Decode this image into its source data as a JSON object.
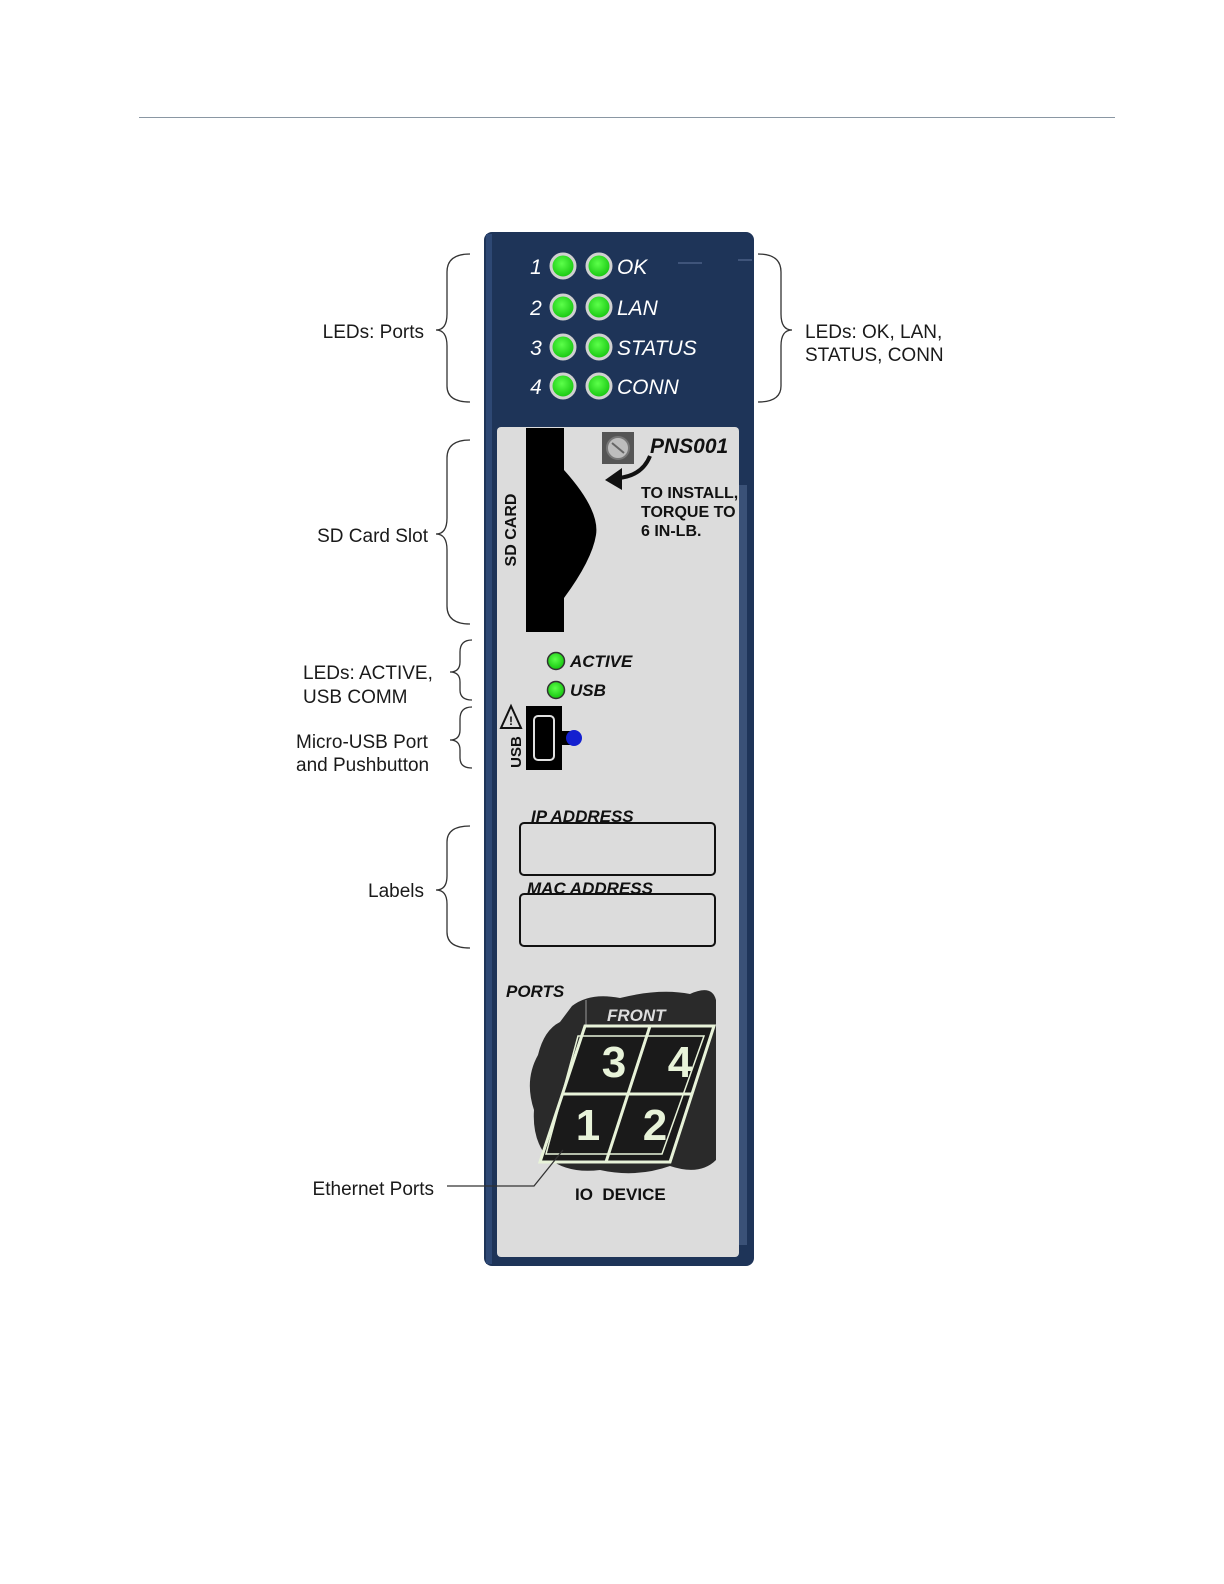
{
  "callouts": {
    "leds_ports": "LEDs: Ports",
    "leds_status_line1": "LEDs: OK, LAN,",
    "leds_status_line2": "STATUS, CONN",
    "sd_card_slot": "SD Card Slot",
    "leds_active_line1": "LEDs: ACTIVE,",
    "leds_active_line2": "USB COMM",
    "micro_usb_line1": "Micro-USB Port",
    "micro_usb_line2": "and Pushbutton",
    "labels": "Labels",
    "ethernet_ports": "Ethernet Ports"
  },
  "module": {
    "led_rows": [
      {
        "port": "1",
        "status": "OK"
      },
      {
        "port": "2",
        "status": "LAN"
      },
      {
        "port": "3",
        "status": "STATUS"
      },
      {
        "port": "4",
        "status": "CONN"
      }
    ],
    "model": "PNS001",
    "install_line1": "TO INSTALL,",
    "install_line2": "TORQUE TO",
    "install_line3": "6 IN-LB.",
    "sd_card": "SD CARD",
    "active_led": "ACTIVE",
    "usb_led": "USB",
    "usb_port": "USB",
    "ip_address": "IP ADDRESS",
    "mac_address": "MAC ADDRESS",
    "ports_title": "PORTS",
    "front": "FRONT",
    "port_numbers": [
      "3",
      "4",
      "1",
      "2"
    ],
    "io_device": "IO  DEVICE"
  },
  "colors": {
    "bezel": "#1e3458",
    "face": "#dcdcdc",
    "led_green": "#22e01c",
    "push_blue": "#1420d0"
  }
}
